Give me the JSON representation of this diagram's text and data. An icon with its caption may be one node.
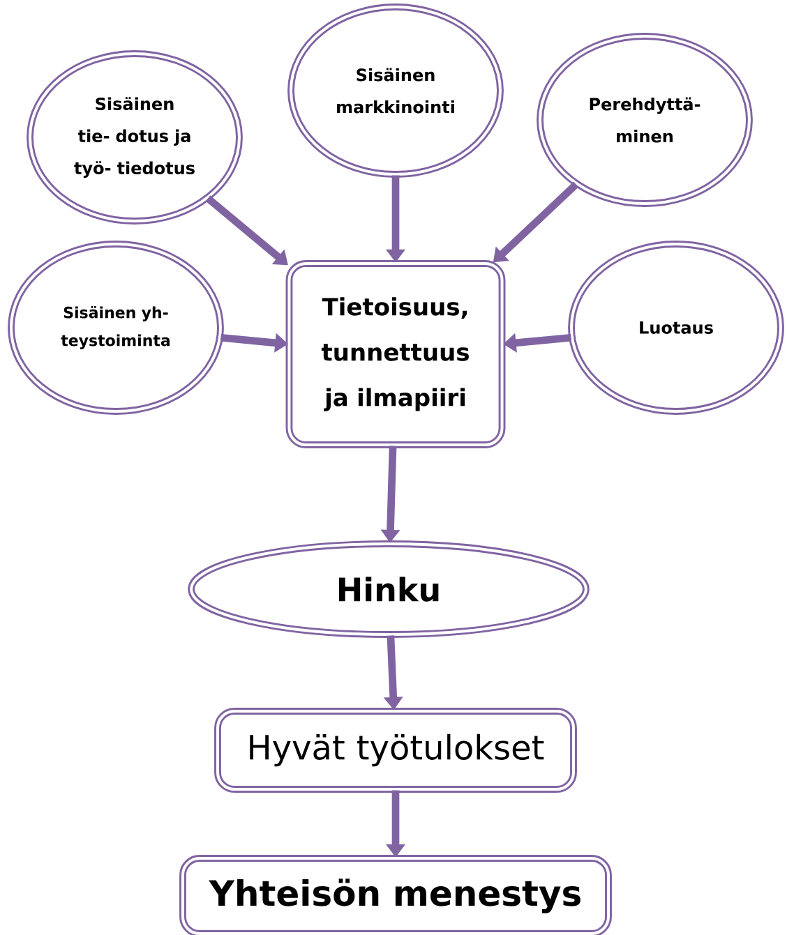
{
  "diagram": {
    "nodes": [
      {
        "text": [
          "Sisäinen tie- dotus ja työ- tiedotus"
        ]
      },
      {
        "text": [
          "Sisäinen markkinointi"
        ]
      },
      {
        "text": [
          "Perehdyttä- minen"
        ]
      },
      {
        "text": [
          "Sisäinen yh- teystoiminta"
        ]
      },
      {
        "text": [
          "Tietoisuus, tunnettuus ja ilmapiiri"
        ]
      },
      {
        "text": [
          "Luotaus"
        ]
      },
      {
        "text": [
          "Hinku"
        ]
      },
      {
        "text": [
          "Hyvät työtulokset"
        ]
      },
      {
        "text": [
          "Yhteisön menestys"
        ]
      }
    ],
    "edges": [
      {
        "from": 0,
        "to": 4,
        "arrow": "to"
      },
      {
        "from": 1,
        "to": 4,
        "arrow": "to"
      },
      {
        "from": 2,
        "to": 4,
        "arrow": "to"
      },
      {
        "from": 3,
        "to": 4,
        "arrow": "to"
      },
      {
        "from": 5,
        "to": 4,
        "arrow": "to"
      },
      {
        "from": 4,
        "to": 6,
        "arrow": "to"
      },
      {
        "from": 6,
        "to": 7,
        "arrow": "to"
      },
      {
        "from": 7,
        "to": 8,
        "arrow": "to"
      }
    ]
  }
}
